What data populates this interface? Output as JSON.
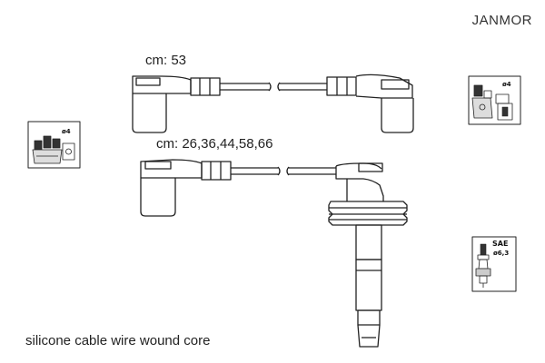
{
  "brand": "JANMOR",
  "cable_length_1": "cm: 53",
  "cable_length_2": "cm: 26,36,44,58,66",
  "caption": "silicone cable wire wound core",
  "icons": {
    "distributor_left": {
      "label": "ø4",
      "icon": "distributor-cap-icon"
    },
    "distributor_right": {
      "label": "ø4",
      "icon": "distributor-cap-icon"
    },
    "spark_plug": {
      "label_top": "SAE",
      "label_bottom": "ø6,3",
      "icon": "spark-plug-icon"
    }
  },
  "colors": {
    "line": "#222222",
    "text": "#222222",
    "background": "#ffffff"
  }
}
